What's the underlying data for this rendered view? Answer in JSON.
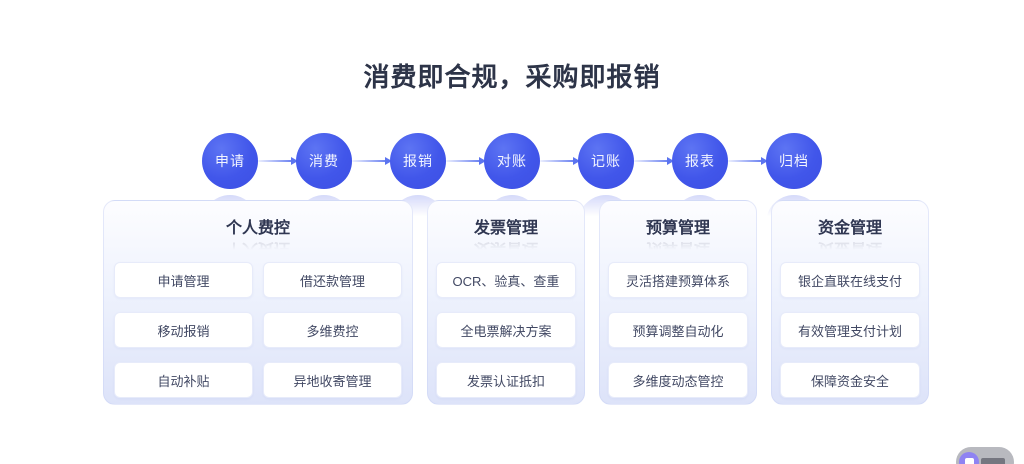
{
  "title": "消费即合规，采购即报销",
  "flow": {
    "steps": [
      "申请",
      "消费",
      "报销",
      "对账",
      "记账",
      "报表",
      "归档"
    ]
  },
  "columns": [
    {
      "header": "个人费控",
      "items": [
        "申请管理",
        "借还款管理",
        "移动报销",
        "多维费控",
        "自动补贴",
        "异地收寄管理"
      ]
    },
    {
      "header": "发票管理",
      "items": [
        "OCR、验真、查重",
        "全电票解决方案",
        "发票认证抵扣"
      ]
    },
    {
      "header": "预算管理",
      "items": [
        "灵活搭建预算体系",
        "预算调整自动化",
        "多维度动态管控"
      ]
    },
    {
      "header": "资金管理",
      "items": [
        "银企直联在线支付",
        "有效管理支付计划",
        "保障资金安全"
      ]
    }
  ],
  "colors": {
    "accent_blue": "#4156ea",
    "arrow_blue": "#5b74f0",
    "panel_gradient_top": "#fdfdff",
    "panel_gradient_bottom": "#dde3f9",
    "card_border": "#e7ebfa",
    "title_text": "#2d3448",
    "header_text": "#303752",
    "card_text": "#414863",
    "widget_purple": "#8f83f2"
  }
}
